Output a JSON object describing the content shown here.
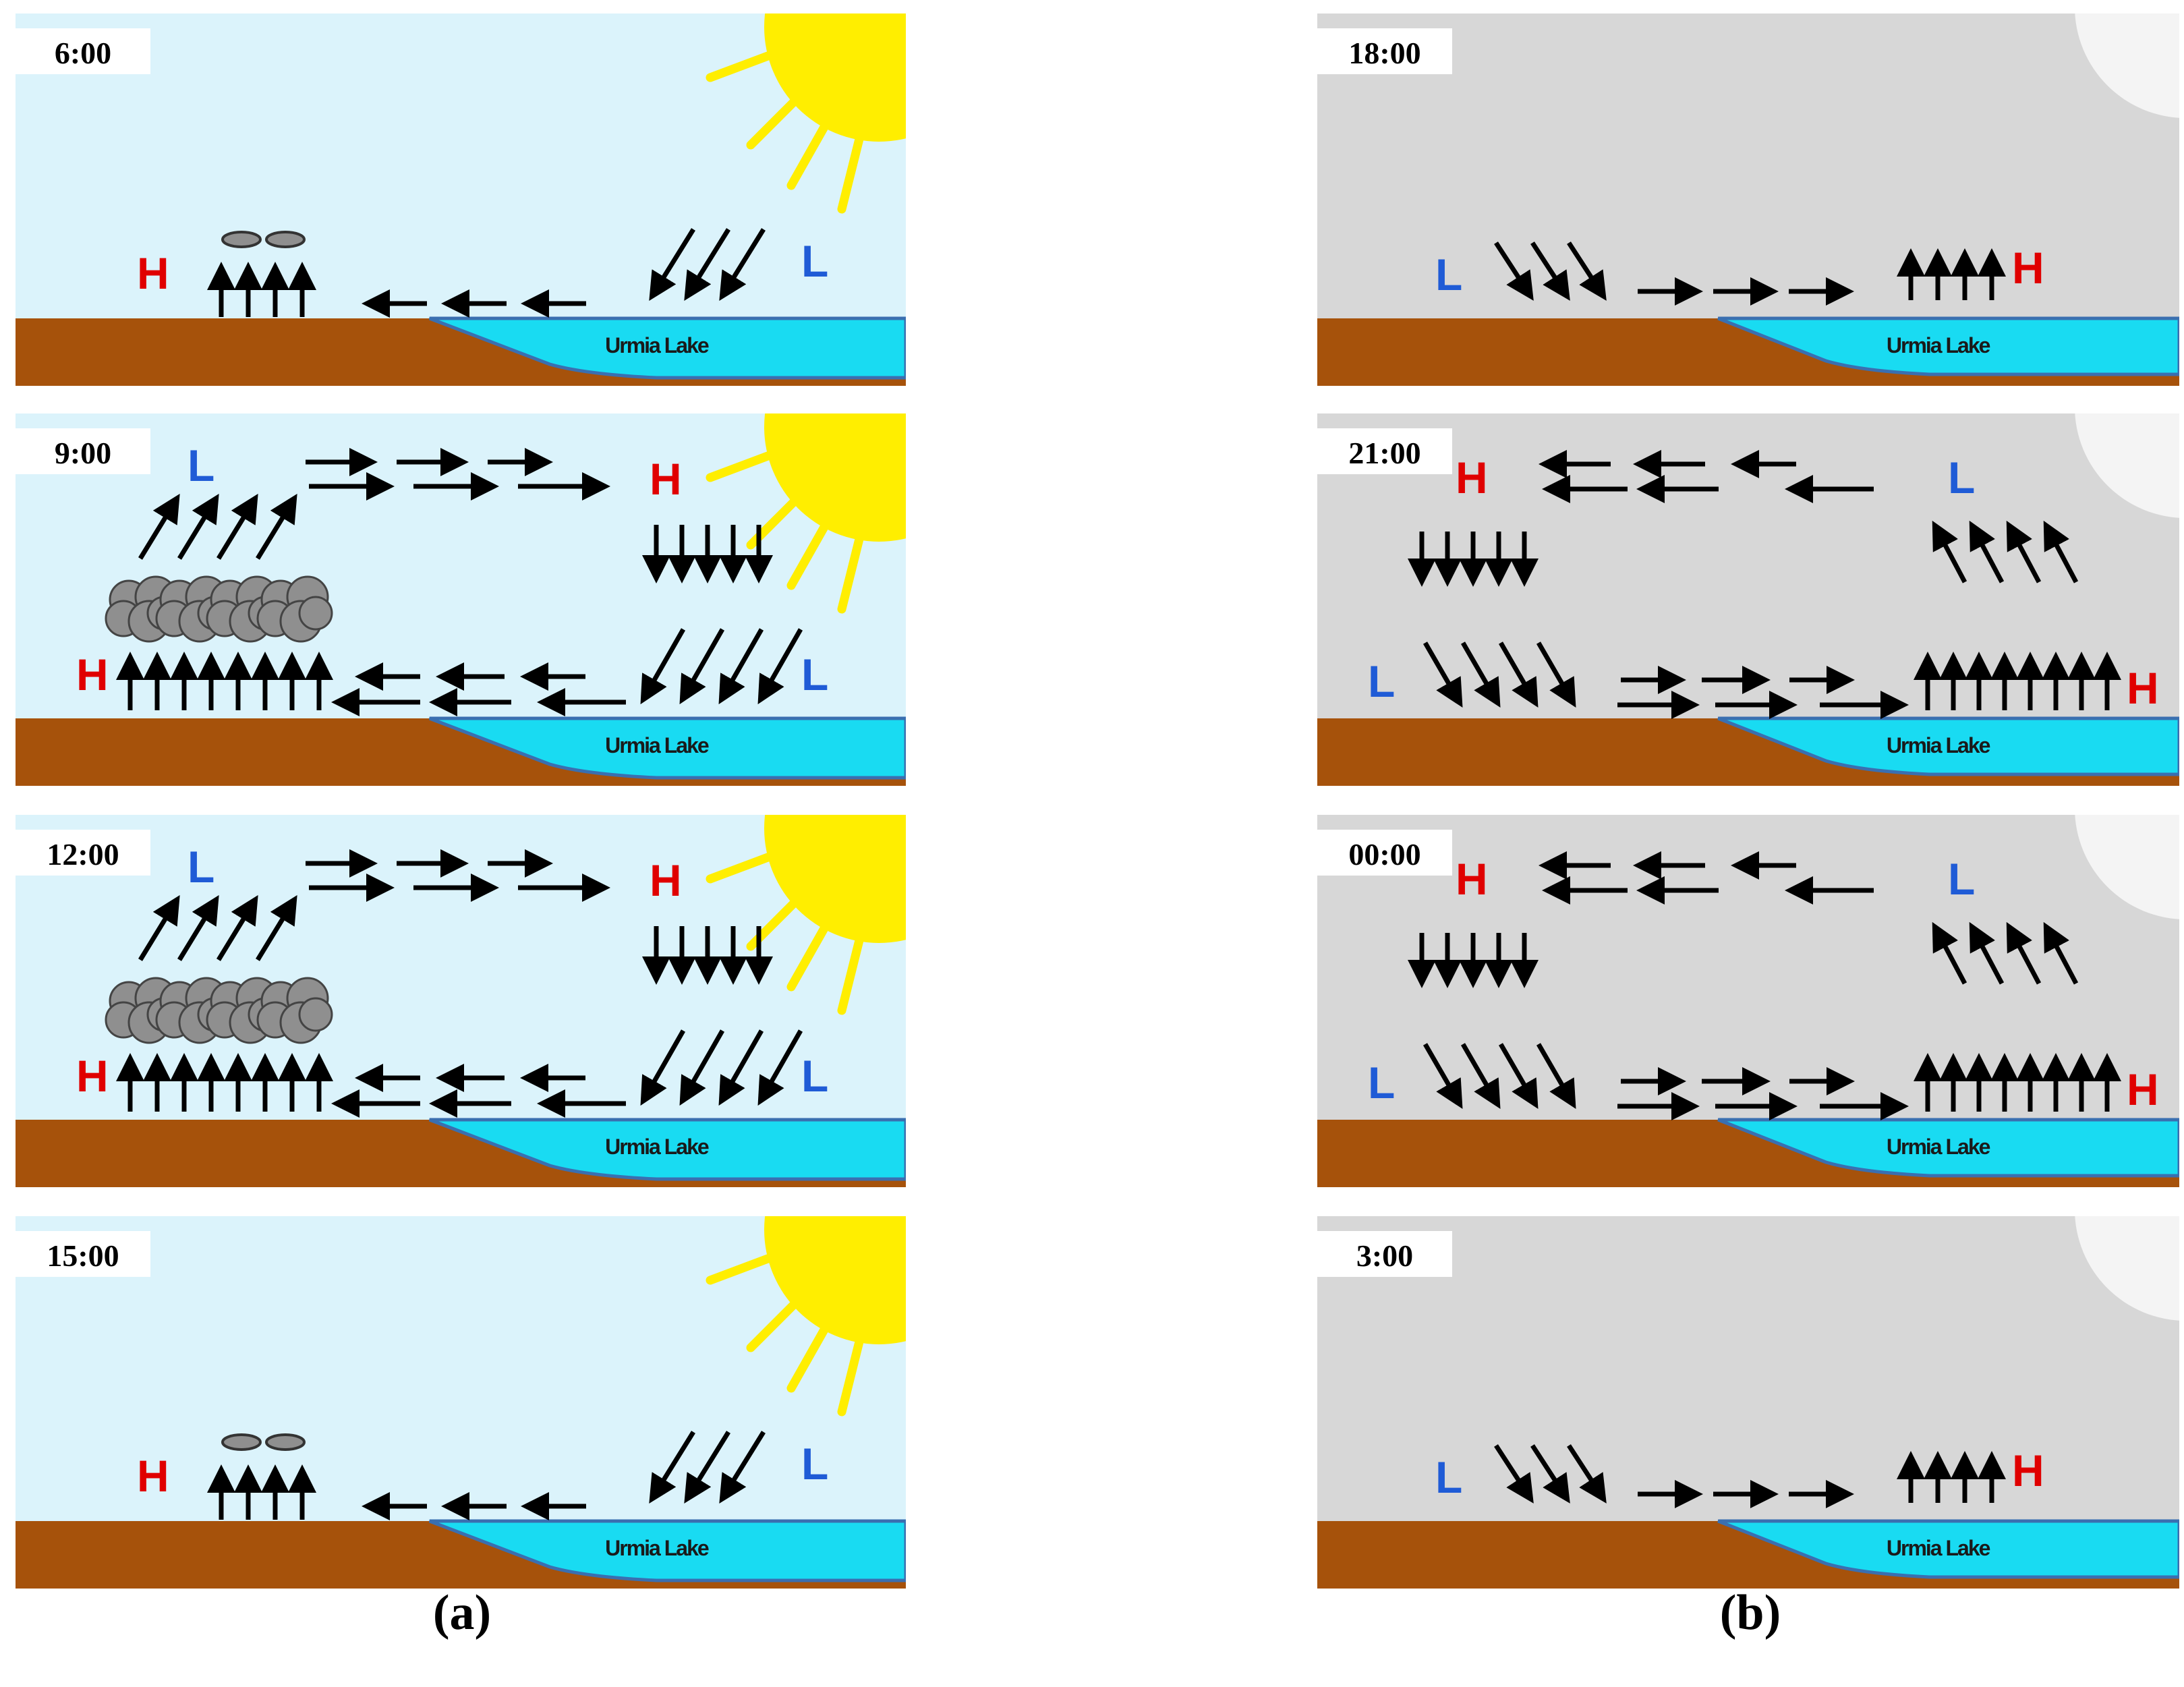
{
  "colors": {
    "day_sky": "#dbf3fb",
    "night_sky": "#d7d7d7",
    "ground": "#a6520b",
    "lake": "#19dbf2",
    "lake_edge": "#3a6fb0",
    "sun": "#ffee00",
    "high": "#e00000",
    "low": "#1f5bd6",
    "arrow": "#000000",
    "cloud": "#8f8f8f"
  },
  "lake_label": "Urmia Lake",
  "high_symbol": "H",
  "low_symbol": "L",
  "panels": [
    {
      "id": "p0600",
      "time": "6:00",
      "variant": "day-light"
    },
    {
      "id": "p0900",
      "time": "9:00",
      "variant": "day-full"
    },
    {
      "id": "p1200",
      "time": "12:00",
      "variant": "day-full"
    },
    {
      "id": "p1500",
      "time": "15:00",
      "variant": "day-light"
    },
    {
      "id": "p1800",
      "time": "18:00",
      "variant": "night-light"
    },
    {
      "id": "p2100",
      "time": "21:00",
      "variant": "night-full"
    },
    {
      "id": "p0000",
      "time": "00:00",
      "variant": "night-full"
    },
    {
      "id": "p0300",
      "time": "3:00",
      "variant": "night-light"
    }
  ],
  "captions": {
    "left": "(a)",
    "right": "(b)"
  }
}
